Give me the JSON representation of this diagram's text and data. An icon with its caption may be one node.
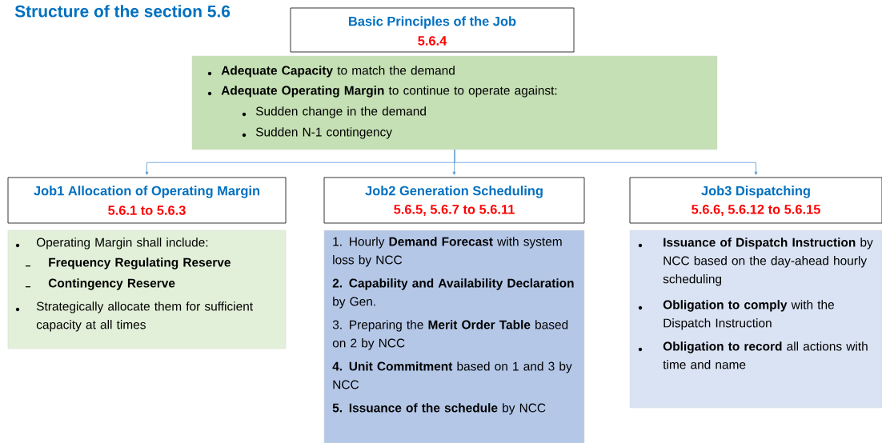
{
  "diagram": {
    "title": "Structure of the section 5.6",
    "nodes": [
      {
        "text": [
          "Basic Principles of the Job",
          "5.6.4"
        ]
      },
      {
        "text": [
          "**Adequate Capacity** to match the demand",
          "**Adequate Operating Margin** to continue to operate against:",
          "Sudden change in the demand",
          "Sudden N-1 contingency"
        ]
      },
      {
        "text": [
          "Job1 Allocation of Operating Margin",
          "5.6.1 to 5.6.3"
        ]
      },
      {
        "text": [
          "Operating Margin shall include:",
          "**Frequency Regulating Reserve**",
          "**Contingency Reserve**",
          "Strategically allocate them for sufficient capacity at all times"
        ]
      },
      {
        "text": [
          "Job2  Generation Scheduling",
          "5.6.5, 5.6.7 to 5.6.11"
        ]
      },
      {
        "text": [
          "1. Hourly **Demand Forecast** with system loss by NCC",
          "**2. Capability and Availability Declaration** by Gen.",
          "3. Preparing the **Merit Order Table** based on 2 by NCC",
          "**4. Unit Commitment** based on 1 and 3 by NCC",
          "**5. Issuance of the schedule** by NCC"
        ]
      },
      {
        "text": [
          "Job3   Dispatching",
          "5.6.6, 5.6.12 to 5.6.15"
        ]
      },
      {
        "text": [
          "**Issuance of Dispatch Instruction** by NCC based on the day-ahead hourly scheduling",
          "**Obligation to comply** with the Dispatch Instruction",
          "**Obligation to record** all actions with time and name"
        ]
      }
    ],
    "edges": [
      {
        "from": 1,
        "to": 2,
        "arrow": "to"
      },
      {
        "from": 1,
        "to": 4,
        "arrow": "to"
      },
      {
        "from": 1,
        "to": 6,
        "arrow": "to"
      }
    ]
  }
}
